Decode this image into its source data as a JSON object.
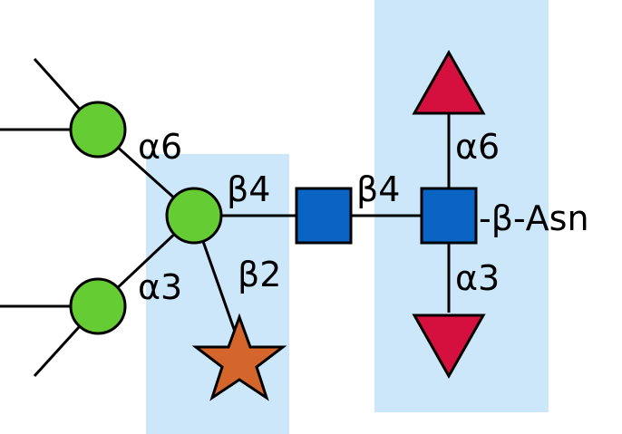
{
  "colors": {
    "highlight": "#cce7f9",
    "mannose": "#66cc33",
    "glcnac": "#0a64c4",
    "fucose": "#d6103e",
    "xylose": "#d4662b",
    "line": "#000000"
  },
  "labels": {
    "a6_left": "α6",
    "a3_left": "α3",
    "b4_mid": "β4",
    "b2": "β2",
    "b4_right": "β4",
    "a6_right": "α6",
    "a3_right": "α3",
    "asn": "-β-Asn"
  },
  "icons": {
    "mannose": "green-circle",
    "glcnac": "blue-square",
    "fucose": "red-triangle",
    "xylose": "orange-star"
  }
}
